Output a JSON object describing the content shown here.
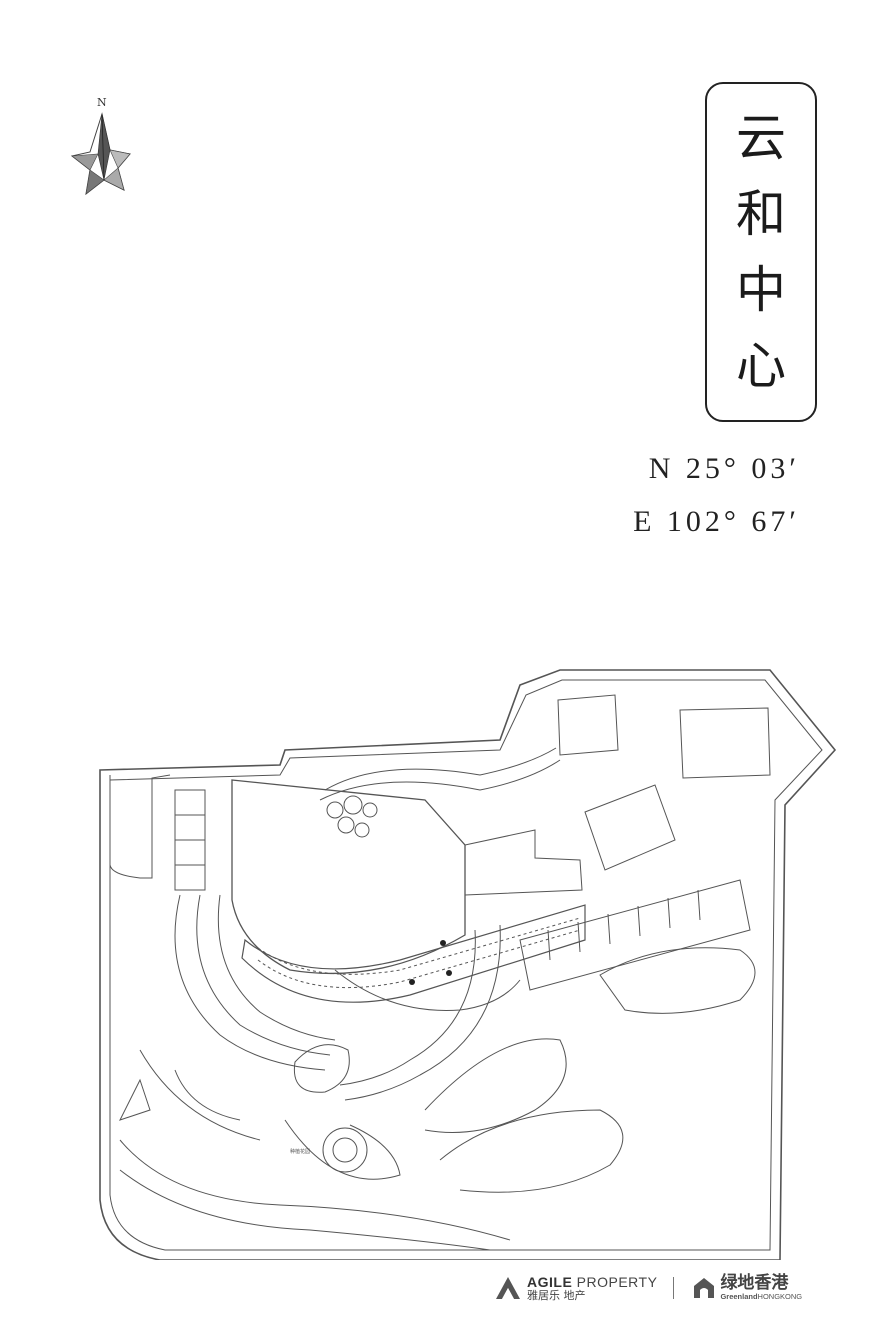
{
  "compass": {
    "label": "N"
  },
  "title": {
    "chars": [
      "云",
      "和",
      "中",
      "心"
    ]
  },
  "coordinates": {
    "latitude": "N 25° 03′",
    "longitude": "E 102° 67′"
  },
  "logos": {
    "agile_en_bold": "AGILE",
    "agile_en_light": " PROPERTY",
    "agile_cn": "雅居乐 地产",
    "greenland_cn": "绿地香港",
    "greenland_en_bold": "Greenland",
    "greenland_en_light": "HONGKONG"
  },
  "plan_labels": {
    "label_1": "种植花园"
  },
  "colors": {
    "line": "#555555",
    "text": "#222222",
    "background": "#ffffff"
  }
}
